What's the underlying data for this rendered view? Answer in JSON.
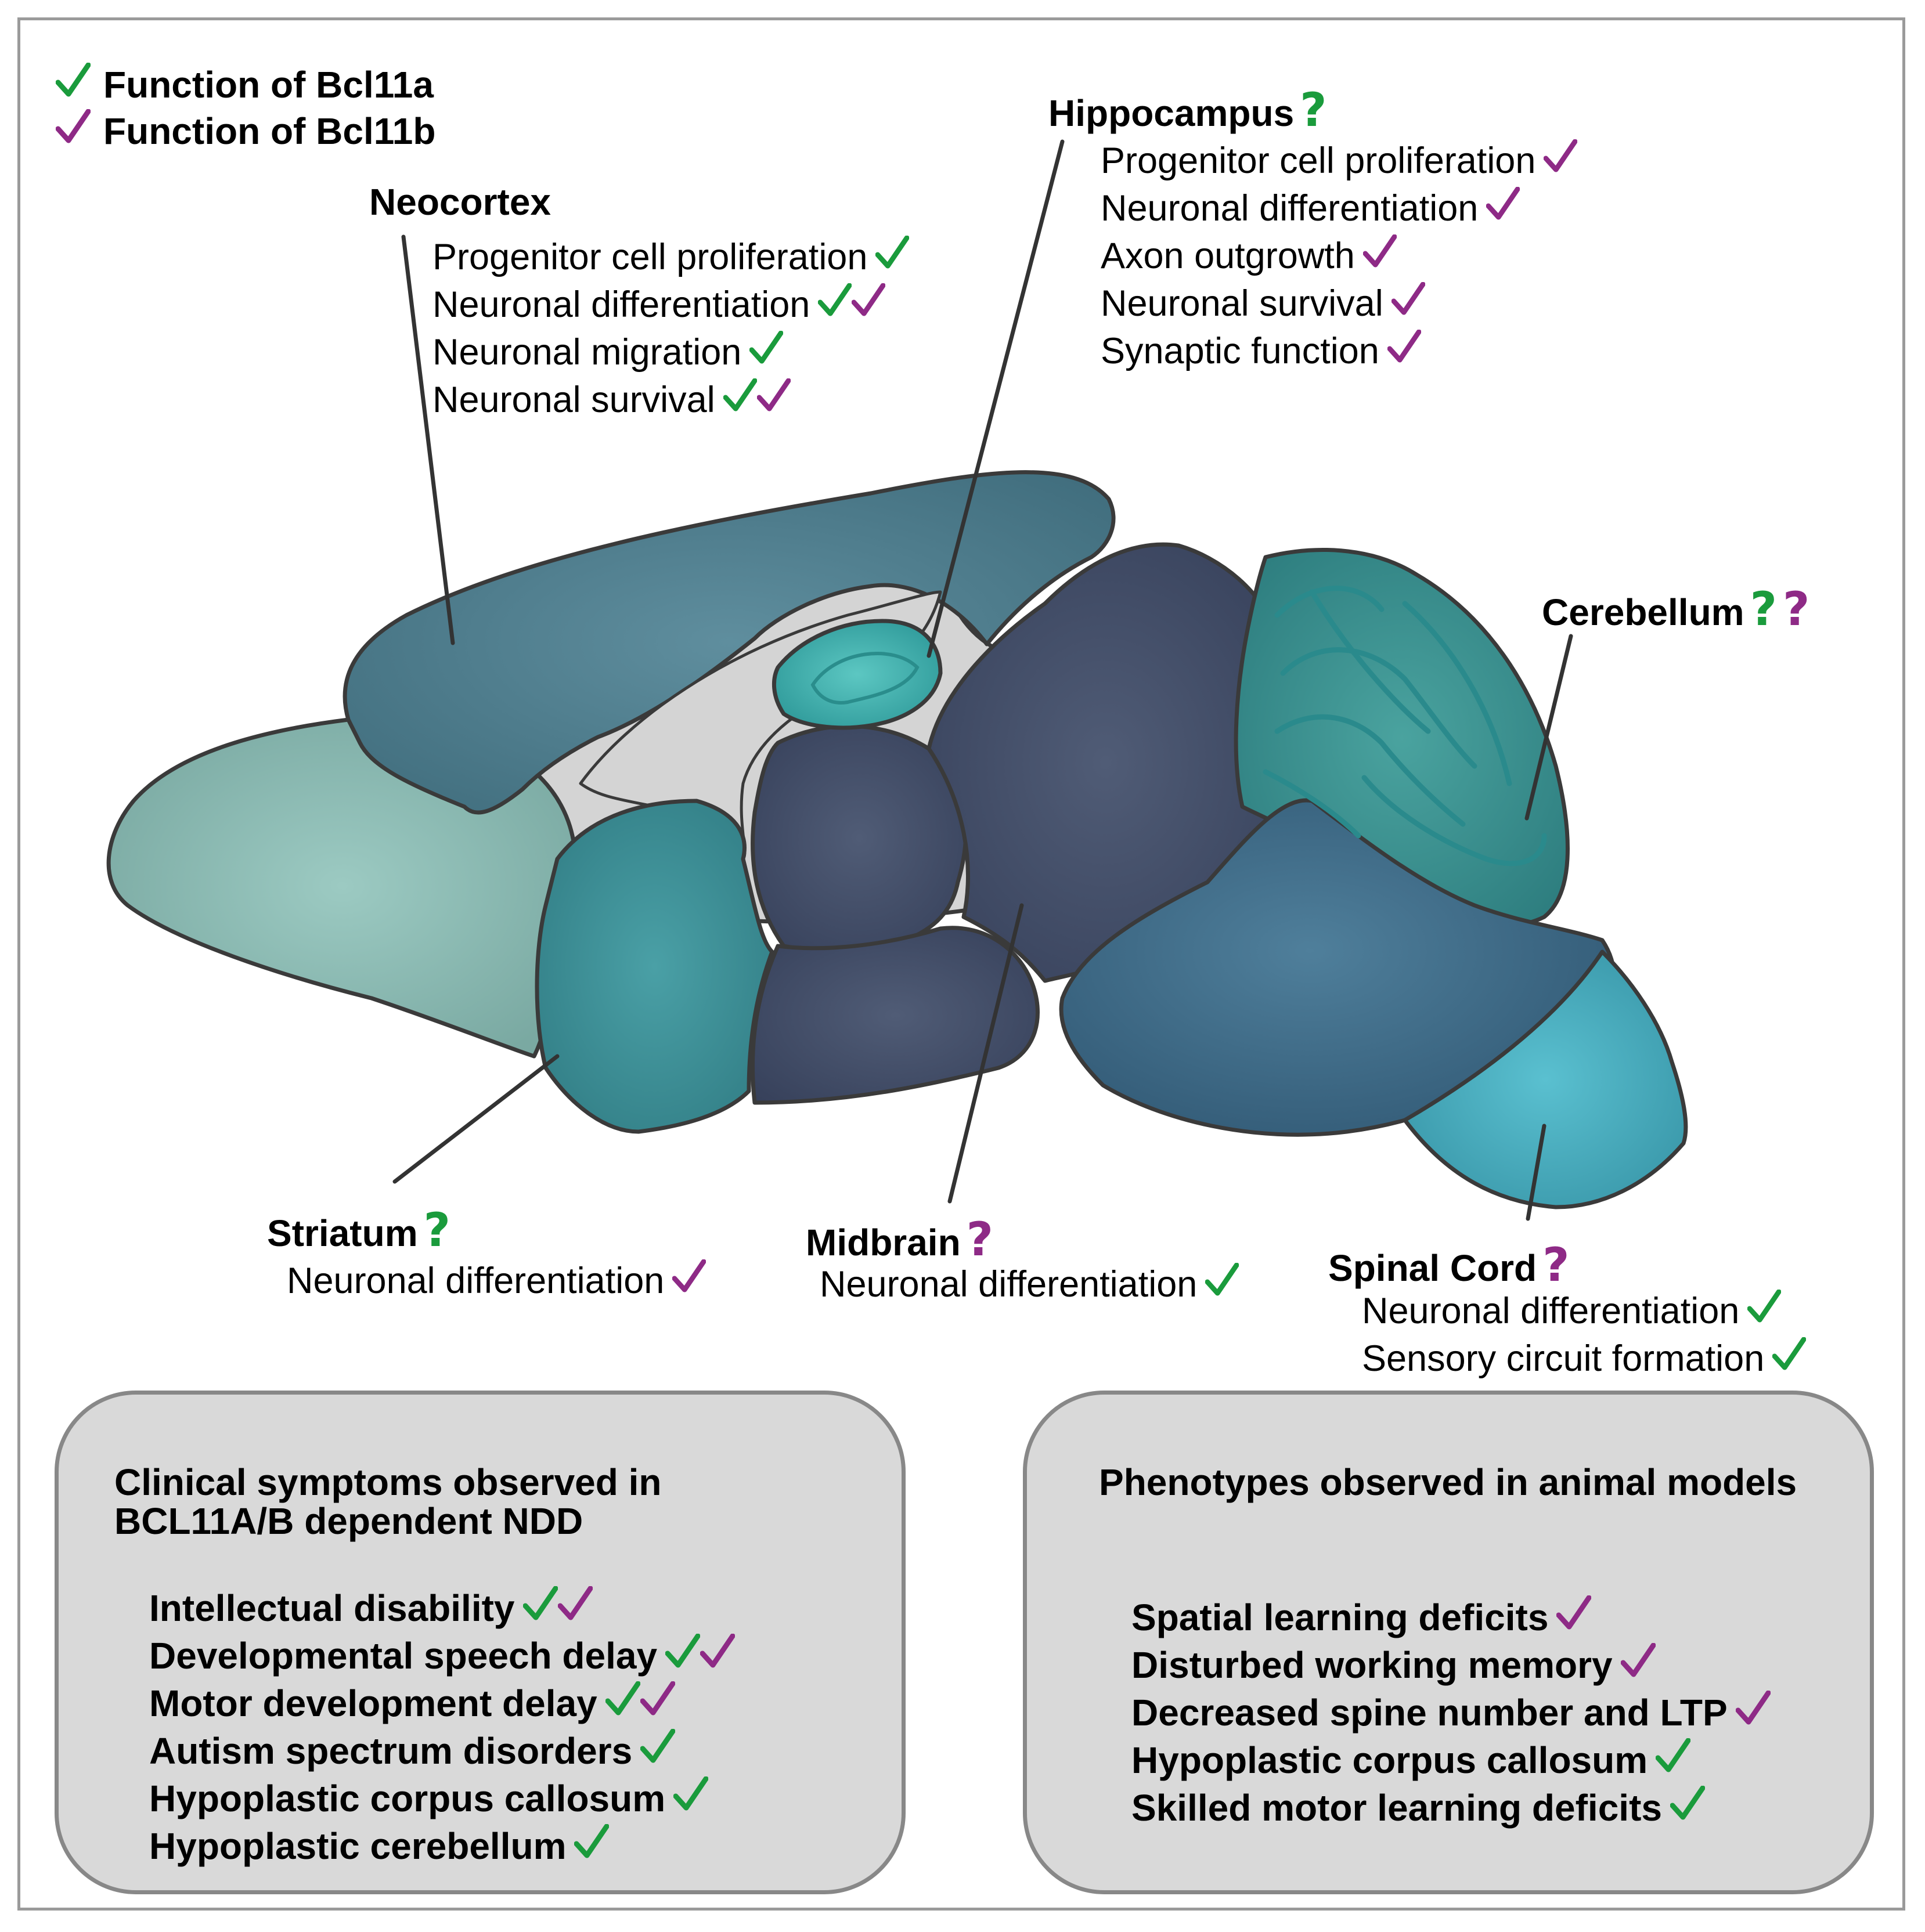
{
  "colors": {
    "bcl11a": "#1a9b3c",
    "bcl11b": "#8e2a86",
    "outline": "#3a3a3a",
    "panel": "#d9d9d9"
  },
  "legend": {
    "a": "Function of Bcl11a",
    "b": "Function of Bcl11b"
  },
  "neocortex": {
    "title": "Neocortex",
    "items": [
      {
        "text": "Progenitor cell proliferation",
        "marks": [
          "a"
        ]
      },
      {
        "text": "Neuronal differentiation",
        "marks": [
          "a",
          "b"
        ]
      },
      {
        "text": "Neuronal migration",
        "marks": [
          "a"
        ]
      },
      {
        "text": "Neuronal survival",
        "marks": [
          "a",
          "b"
        ]
      }
    ]
  },
  "hippocampus": {
    "title": "Hippocampus",
    "question": [
      "a"
    ],
    "items": [
      {
        "text": "Progenitor cell proliferation",
        "marks": [
          "b"
        ]
      },
      {
        "text": "Neuronal differentiation",
        "marks": [
          "b"
        ]
      },
      {
        "text": "Axon outgrowth",
        "marks": [
          "b"
        ]
      },
      {
        "text": "Neuronal survival",
        "marks": [
          "b"
        ]
      },
      {
        "text": "Synaptic function",
        "marks": [
          "b"
        ]
      }
    ]
  },
  "cerebellum": {
    "title": "Cerebellum",
    "question": [
      "a",
      "b"
    ]
  },
  "striatum": {
    "title": "Striatum",
    "question": [
      "a"
    ],
    "items": [
      {
        "text": "Neuronal differentiation",
        "marks": [
          "b"
        ]
      }
    ]
  },
  "midbrain": {
    "title": "Midbrain",
    "question": [
      "b"
    ],
    "items": [
      {
        "text": "Neuronal differentiation",
        "marks": [
          "a"
        ]
      }
    ]
  },
  "spinal_cord": {
    "title": "Spinal Cord",
    "question": [
      "b"
    ],
    "items": [
      {
        "text": "Neuronal differentiation",
        "marks": [
          "a"
        ]
      },
      {
        "text": "Sensory circuit formation",
        "marks": [
          "a"
        ]
      }
    ]
  },
  "clinical": {
    "title_line1": "Clinical symptoms observed in",
    "title_line2": "BCL11A/B dependent NDD",
    "items": [
      {
        "text": "Intellectual disability",
        "marks": [
          "a",
          "b"
        ]
      },
      {
        "text": "Developmental speech delay",
        "marks": [
          "a",
          "b"
        ]
      },
      {
        "text": "Motor development delay",
        "marks": [
          "a",
          "b"
        ]
      },
      {
        "text": "Autism spectrum disorders",
        "marks": [
          "a"
        ]
      },
      {
        "text": "Hypoplastic corpus callosum",
        "marks": [
          "a"
        ]
      },
      {
        "text": "Hypoplastic cerebellum",
        "marks": [
          "a"
        ]
      }
    ]
  },
  "animal": {
    "title": "Phenotypes observed in animal models",
    "items": [
      {
        "text": "Spatial learning deficits",
        "marks": [
          "b"
        ]
      },
      {
        "text": "Disturbed working memory",
        "marks": [
          "b"
        ]
      },
      {
        "text": "Decreased spine number and LTP",
        "marks": [
          "b"
        ]
      },
      {
        "text": "Hypoplastic corpus callosum",
        "marks": [
          "a"
        ]
      },
      {
        "text": "Skilled motor learning deficits",
        "marks": [
          "a"
        ]
      }
    ]
  }
}
